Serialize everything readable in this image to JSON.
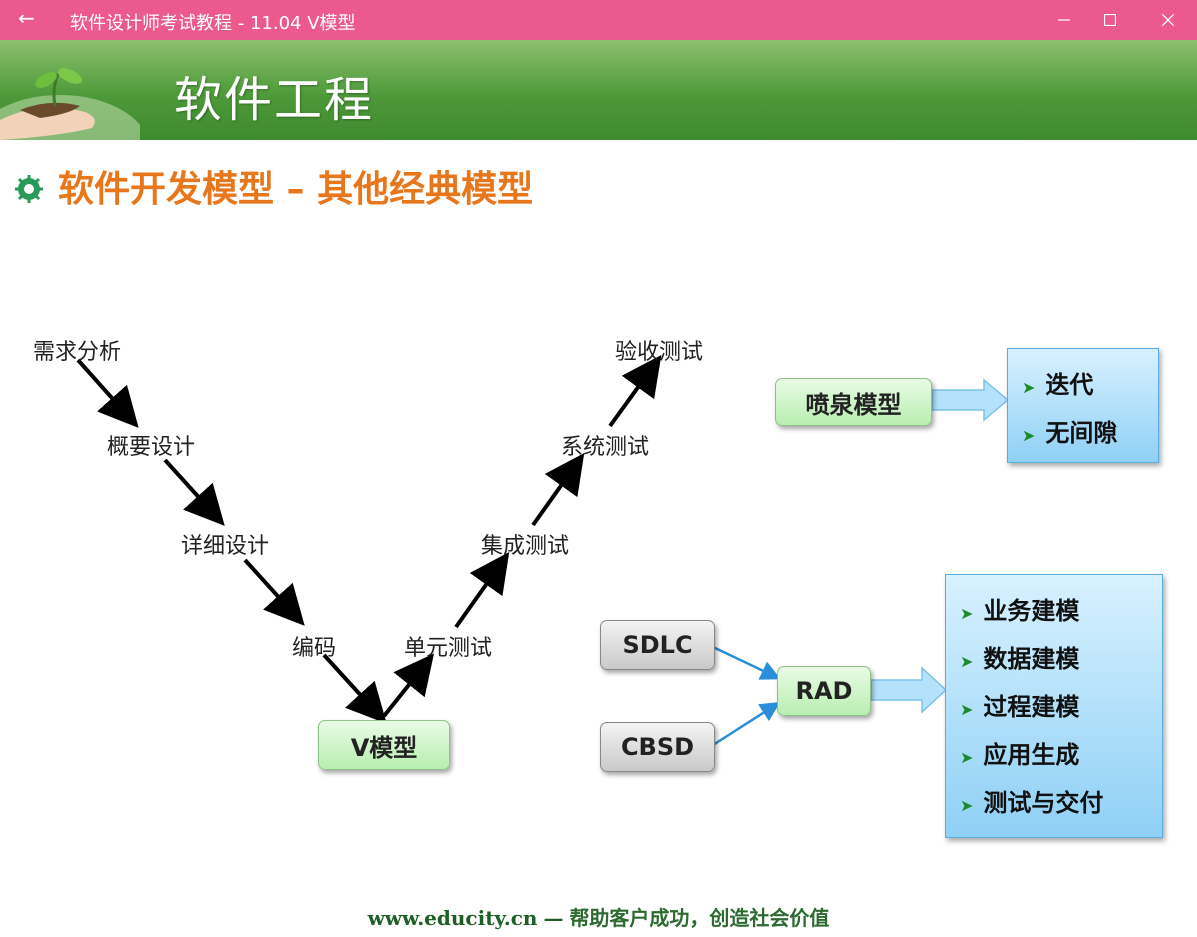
{
  "window": {
    "title": "软件设计师考试教程 - 11.04  V模型",
    "back_glyph": "←",
    "minimize_glyph": "—",
    "maximize_glyph": "☐",
    "close_glyph": "✕"
  },
  "banner": {
    "title": "软件工程"
  },
  "slide": {
    "title": "软件开发模型 – 其他经典模型"
  },
  "v_model": {
    "left_steps": [
      "需求分析",
      "概要设计",
      "详细设计",
      "编码"
    ],
    "right_steps": [
      "单元测试",
      "集成测试",
      "系统测试",
      "验收测试"
    ],
    "center_label": "V模型"
  },
  "fountain": {
    "label": "喷泉模型",
    "items": [
      "迭代",
      "无间隙"
    ]
  },
  "rad": {
    "inputs": [
      "SDLC",
      "CBSD"
    ],
    "label": "RAD",
    "items": [
      "业务建模",
      "数据建模",
      "过程建模",
      "应用生成",
      "测试与交付"
    ]
  },
  "footer": {
    "url": "www.educity.cn",
    "separator": "—",
    "slogan": "帮助客户成功，创造社会价值"
  },
  "colors": {
    "titlebar": "#ec5a8d",
    "slide_title": "#e8761a",
    "green_box": "#b8eeb0",
    "blue_box": "#8fd0f5",
    "footer": "#2d6a32"
  }
}
